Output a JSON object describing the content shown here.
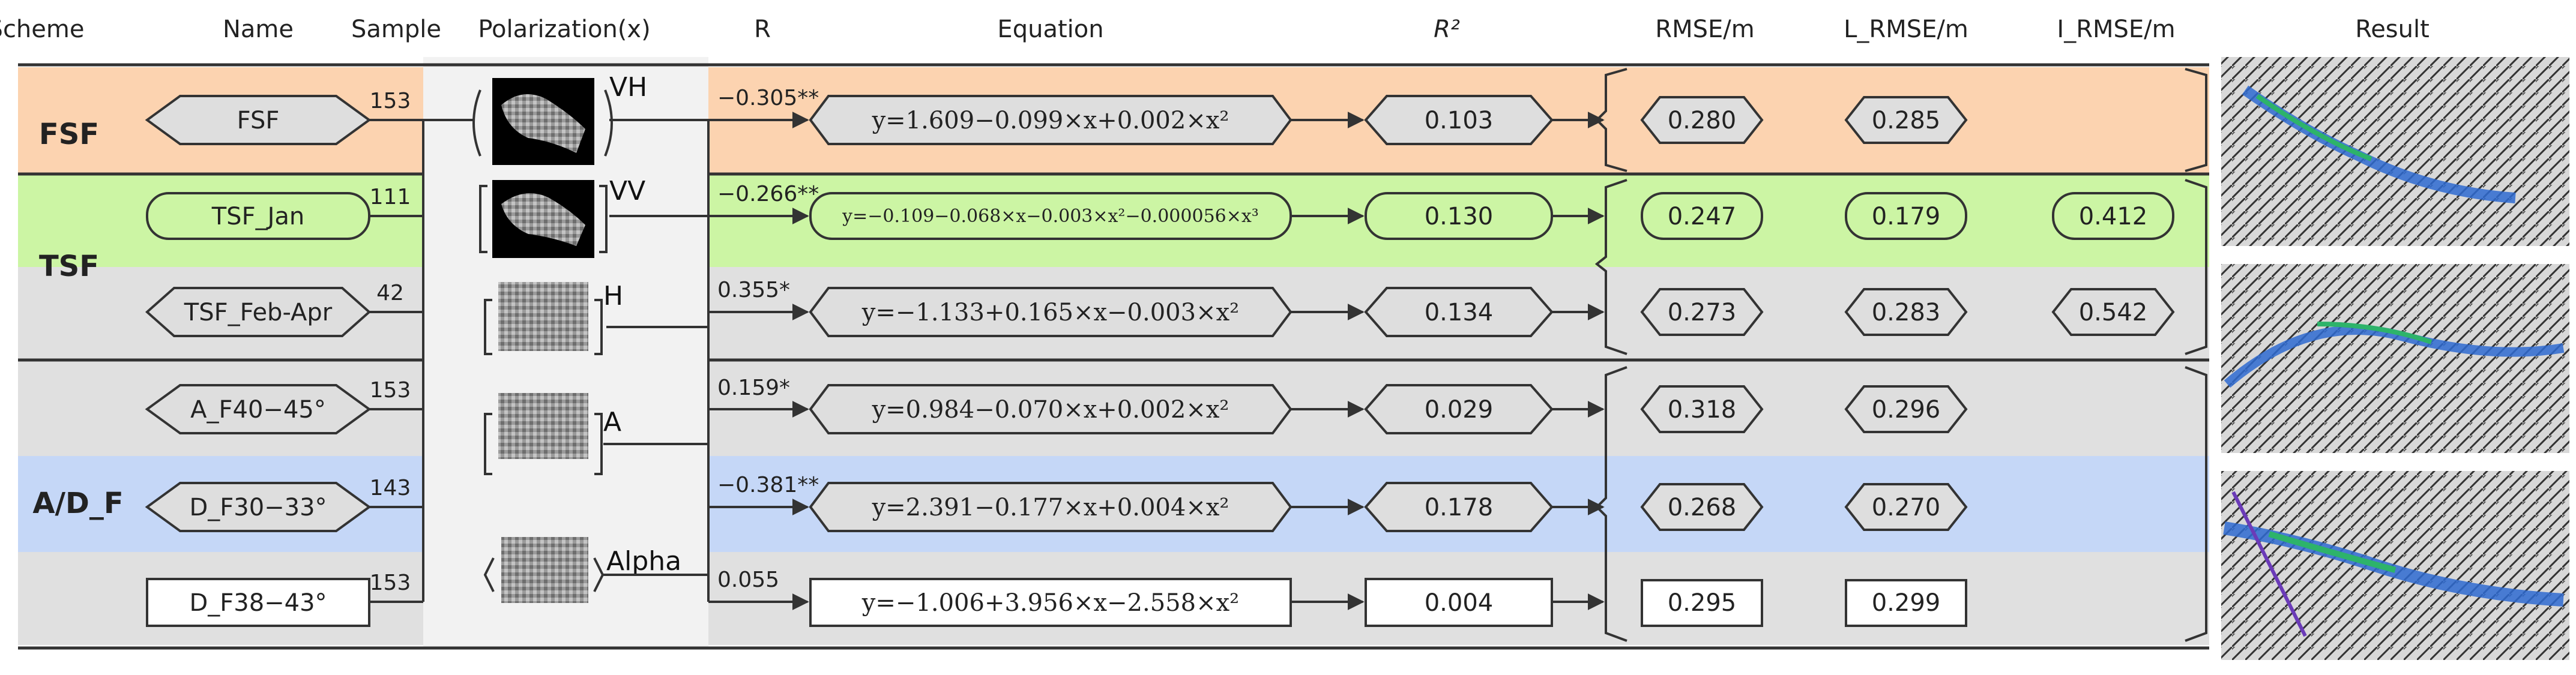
{
  "header": {
    "scheme": "Scheme",
    "name": "Name",
    "sample": "Sample",
    "polarization": "Polarization(x)",
    "r": "R",
    "equation": "Equation",
    "r2": "R²",
    "rmse": "RMSE/m",
    "l_rmse": "L_RMSE/m",
    "i_rmse": "I_RMSE/m",
    "result": "Result"
  },
  "colors": {
    "fsf": "#fcd3b0",
    "tsf_jan": "#ccf5a4",
    "grey": "#e0e0e0",
    "blue": "#c5d7f7",
    "white": "#ffffff",
    "shape_grey": "#dedede"
  },
  "schemes": [
    "FSF",
    "TSF",
    "A/D_F"
  ],
  "rows": [
    {
      "name": "FSF",
      "sample": "153",
      "r": "−0.305**",
      "equation": "y=1.609−0.099×x+0.002×x²",
      "r2": "0.103",
      "rmse": "0.280",
      "l_rmse": "0.285",
      "i_rmse": ""
    },
    {
      "name": "TSF_Jan",
      "sample": "111",
      "r": "−0.266**",
      "equation": "y=−0.109−0.068×x−0.003×x²−0.000056×x³",
      "r2": "0.130",
      "rmse": "0.247",
      "l_rmse": "0.179",
      "i_rmse": "0.412"
    },
    {
      "name": "TSF_Feb-Apr",
      "sample": "42",
      "r": "0.355*",
      "equation": "y=−1.133+0.165×x−0.003×x²",
      "r2": "0.134",
      "rmse": "0.273",
      "l_rmse": "0.283",
      "i_rmse": "0.542"
    },
    {
      "name": "A_F40−45°",
      "sample": "153",
      "r": "0.159*",
      "equation": "y=0.984−0.070×x+0.002×x²",
      "r2": "0.029",
      "rmse": "0.318",
      "l_rmse": "0.296",
      "i_rmse": ""
    },
    {
      "name": "D_F30−33°",
      "sample": "143",
      "r": "−0.381**",
      "equation": "y=2.391−0.177×x+0.004×x²",
      "r2": "0.178",
      "rmse": "0.268",
      "l_rmse": "0.270",
      "i_rmse": ""
    },
    {
      "name": "D_F38−43°",
      "sample": "153",
      "r": "0.055",
      "equation": "y=−1.006+3.956×x−2.558×x²",
      "r2": "0.004",
      "rmse": "0.295",
      "l_rmse": "0.299",
      "i_rmse": ""
    }
  ],
  "polarizations": [
    "VH",
    "VV",
    "H",
    "A",
    "Alpha"
  ]
}
